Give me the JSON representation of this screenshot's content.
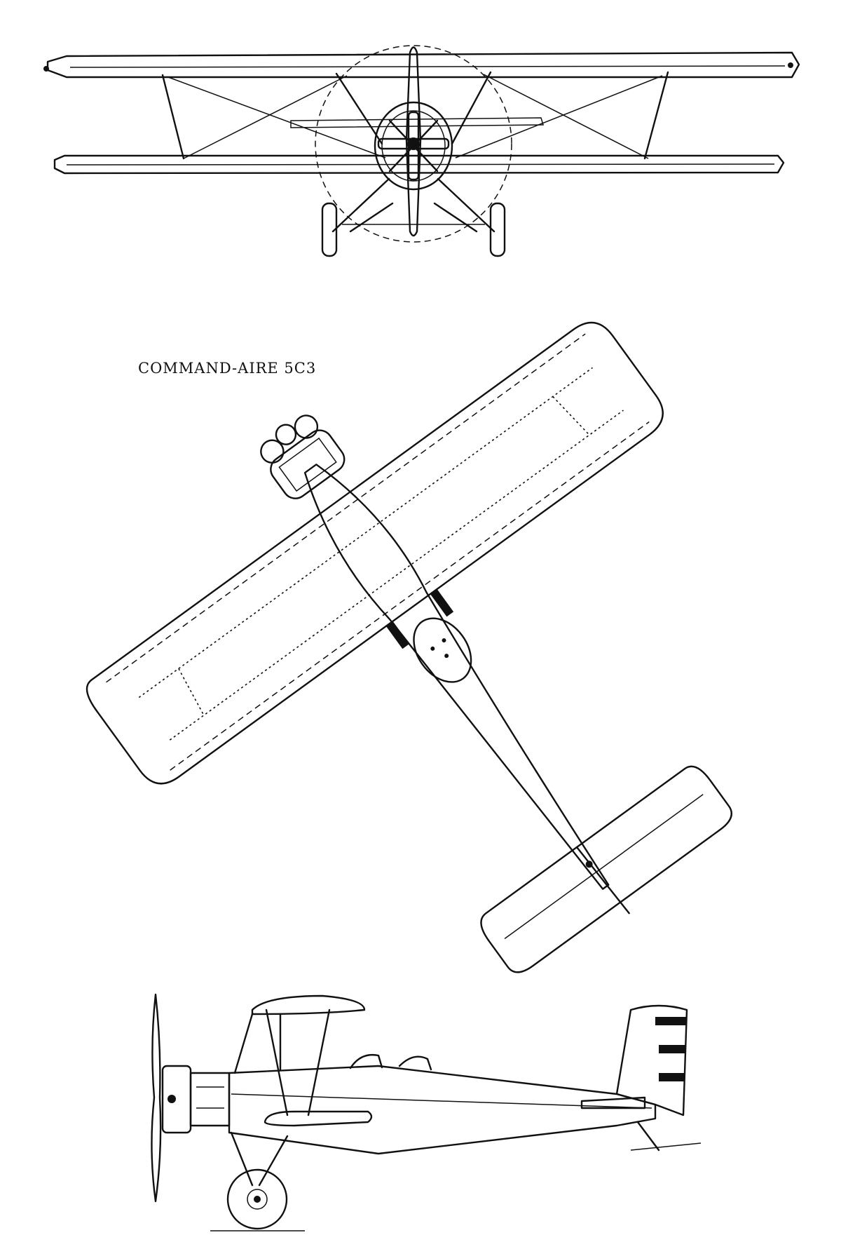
{
  "drawing": {
    "title": "COMMAND-AIRE 5C3",
    "views": [
      {
        "id": "front",
        "icon": "biplane-front-view"
      },
      {
        "id": "top",
        "icon": "biplane-plan-view"
      },
      {
        "id": "side",
        "icon": "biplane-side-view"
      }
    ],
    "ink_color": "#111111",
    "paper_color": "#ffffff"
  }
}
